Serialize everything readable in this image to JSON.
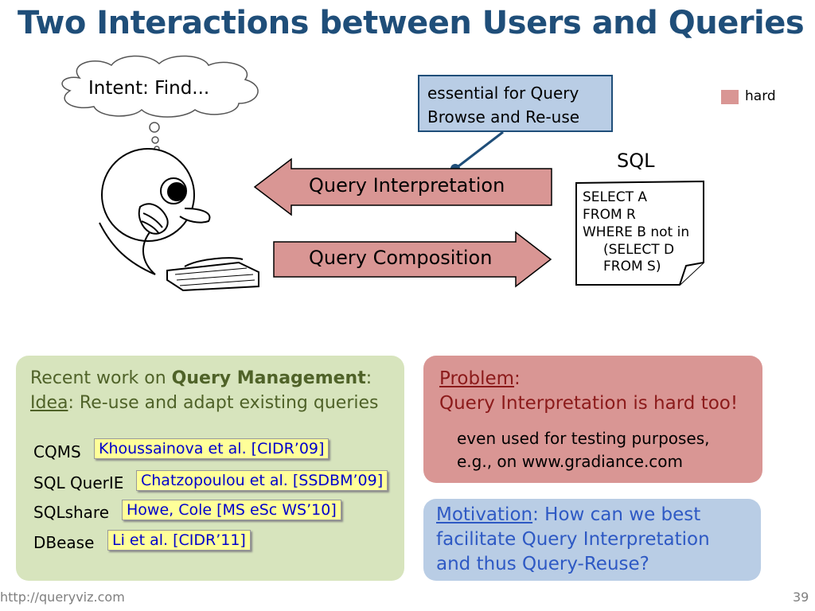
{
  "slide": {
    "title": "Two Interactions between Users and Queries",
    "thought_bubble": "Intent: Find...",
    "callout": "essential for Query Browse and Re-use",
    "legend_label": "hard",
    "legend_color": "#d99694",
    "sql_label": "SQL",
    "interpretation_arrow": "Query Interpretation",
    "composition_arrow": "Query Composition",
    "sql_lines": [
      "SELECT A",
      "FROM R",
      "WHERE B not in",
      "(SELECT D",
      "FROM S)"
    ]
  },
  "green_panel": {
    "line1_prefix": "Recent work on ",
    "line1_bold": "Query Management",
    "line1_suffix": ":",
    "idea_label": "Idea",
    "idea_text": ": Re-use and adapt existing queries",
    "systems": [
      {
        "name": "CQMS",
        "ref": "Khoussainova et al. [CIDR’09]"
      },
      {
        "name": "SQL QuerIE",
        "ref": "Chatzopoulou et al. [SSDBM’09]"
      },
      {
        "name": "SQLshare",
        "ref": "Howe, Cole [MS eSc WS’10]"
      },
      {
        "name": "DBease",
        "ref": "Li et al. [CIDR’11]"
      }
    ]
  },
  "red_panel": {
    "label": "Problem",
    "colon": ":",
    "line2": "Query Interpretation is hard too!",
    "body1": "even used for testing purposes,",
    "body2": "e.g., on www.gradiance.com"
  },
  "blue_panel": {
    "label": "Motivation",
    "line1_rest": ": How can we best",
    "line2": "facilitate Query Interpretation",
    "line3": "and thus Query-Reuse?"
  },
  "footer": {
    "url": "http://queryviz.com",
    "page": "39"
  },
  "colors": {
    "title": "#1f4e79",
    "arrow_fill": "#d99694",
    "green_panel": "#d7e4bd",
    "red_panel": "#d99694",
    "blue_panel": "#b9cde5",
    "ref_highlight": "#ffff99"
  }
}
